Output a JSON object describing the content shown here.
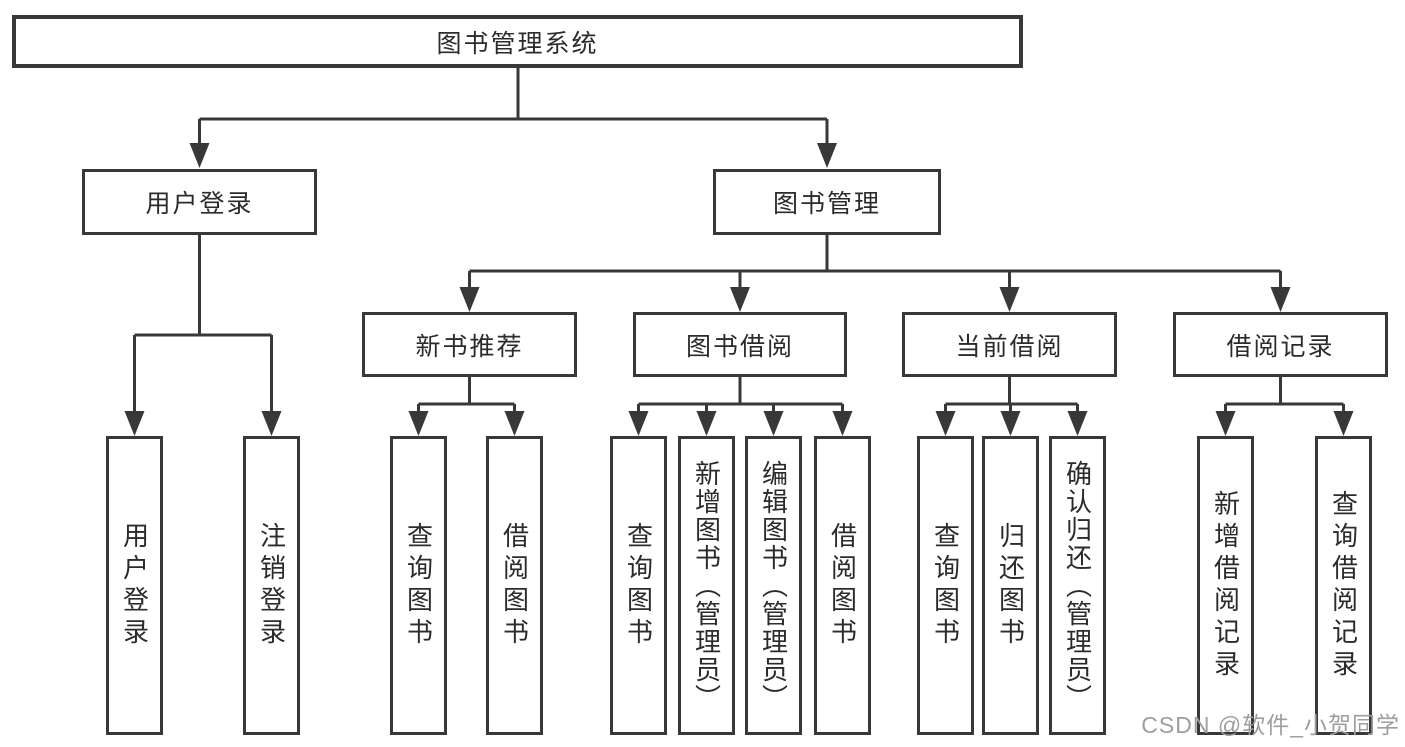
{
  "diagram": {
    "root": {
      "label": "图书管理系统"
    },
    "level2": [
      {
        "label": "用户登录"
      },
      {
        "label": "图书管理"
      }
    ],
    "level3": [
      {
        "label": "新书推荐",
        "parent": "图书管理"
      },
      {
        "label": "图书借阅",
        "parent": "图书管理"
      },
      {
        "label": "当前借阅",
        "parent": "图书管理"
      },
      {
        "label": "借阅记录",
        "parent": "图书管理"
      }
    ],
    "leaves": [
      {
        "label": "用户登录",
        "parent": "用户登录"
      },
      {
        "label": "注销登录",
        "parent": "用户登录"
      },
      {
        "label": "查询图书",
        "parent": "新书推荐"
      },
      {
        "label": "借阅图书",
        "parent": "新书推荐"
      },
      {
        "label": "查询图书",
        "parent": "图书借阅"
      },
      {
        "label": "新增图书（管理员）",
        "parent": "图书借阅"
      },
      {
        "label": "编辑图书（管理员）",
        "parent": "图书借阅"
      },
      {
        "label": "借阅图书",
        "parent": "图书借阅"
      },
      {
        "label": "查询图书",
        "parent": "当前借阅"
      },
      {
        "label": "归还图书",
        "parent": "当前借阅"
      },
      {
        "label": "确认归还（管理员）",
        "parent": "当前借阅"
      },
      {
        "label": "新增借阅记录",
        "parent": "借阅记录"
      },
      {
        "label": "查询借阅记录",
        "parent": "借阅记录"
      }
    ],
    "watermark": "CSDN @软件_小贺同学",
    "colors": {
      "line": "#383838",
      "text": "#2b2b2b",
      "watermark": "#9e9e9e",
      "background": "#ffffff"
    }
  }
}
